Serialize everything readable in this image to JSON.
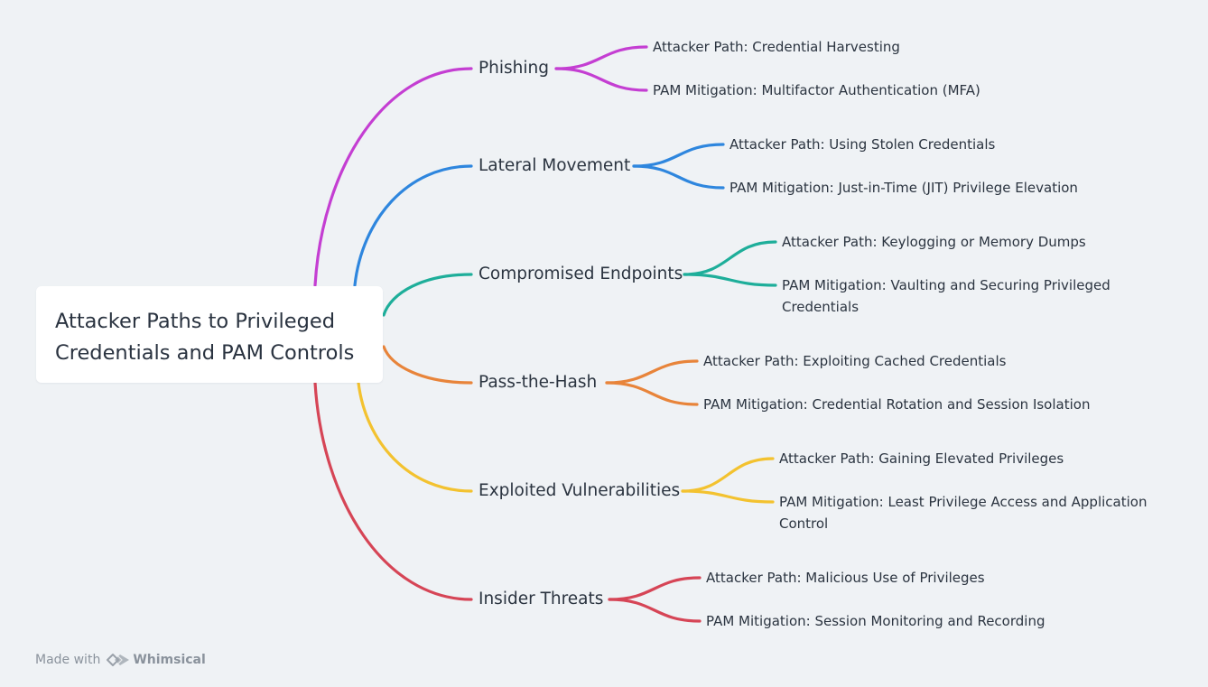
{
  "root": {
    "title": "Attacker Paths to Privileged\nCredentials and PAM Controls"
  },
  "branches": [
    {
      "label": "Phishing",
      "color": "#c43ed2",
      "children": [
        "Attacker Path: Credential Harvesting",
        "PAM Mitigation: Multifactor Authentication (MFA)"
      ]
    },
    {
      "label": "Lateral Movement",
      "color": "#2e86de",
      "children": [
        "Attacker Path: Using Stolen Credentials",
        "PAM Mitigation: Just-in-Time (JIT) Privilege Elevation"
      ]
    },
    {
      "label": "Compromised Endpoints",
      "color": "#1eae9a",
      "children": [
        "Attacker Path: Keylogging or Memory Dumps",
        "PAM Mitigation: Vaulting and Securing Privileged Credentials"
      ]
    },
    {
      "label": "Pass-the-Hash",
      "color": "#e8843a",
      "children": [
        "Attacker Path: Exploiting Cached Credentials",
        "PAM Mitigation: Credential Rotation and Session Isolation"
      ]
    },
    {
      "label": "Exploited Vulnerabilities",
      "color": "#f3c22f",
      "children": [
        "Attacker Path: Gaining Elevated Privileges",
        "PAM Mitigation: Least Privilege Access and Application Control"
      ]
    },
    {
      "label": "Insider Threats",
      "color": "#d64556",
      "children": [
        "Attacker Path: Malicious Use of Privileges",
        "PAM Mitigation: Session Monitoring and Recording"
      ]
    }
  ],
  "footer": {
    "made_with": "Made with",
    "brand": "Whimsical",
    "logo_icon": "whimsical-logo-icon"
  }
}
